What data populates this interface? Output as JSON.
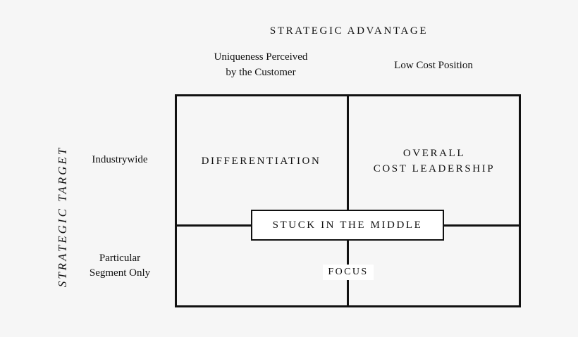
{
  "header": {
    "title": "STRATEGIC ADVANTAGE",
    "columns": [
      "Uniqueness Perceived\nby the Customer",
      "Low Cost Position"
    ]
  },
  "side": {
    "title": "STRATEGIC TARGET",
    "rows": [
      "Industrywide",
      "Particular\nSegment Only"
    ]
  },
  "cells": {
    "top_left": "DIFFERENTIATION",
    "top_right": "OVERALL\nCOST LEADERSHIP",
    "middle": "STUCK IN THE MIDDLE",
    "bottom": "FOCUS"
  },
  "colors": {
    "line": "#111111",
    "background": "#f6f6f6",
    "box_fill": "#ffffff"
  }
}
